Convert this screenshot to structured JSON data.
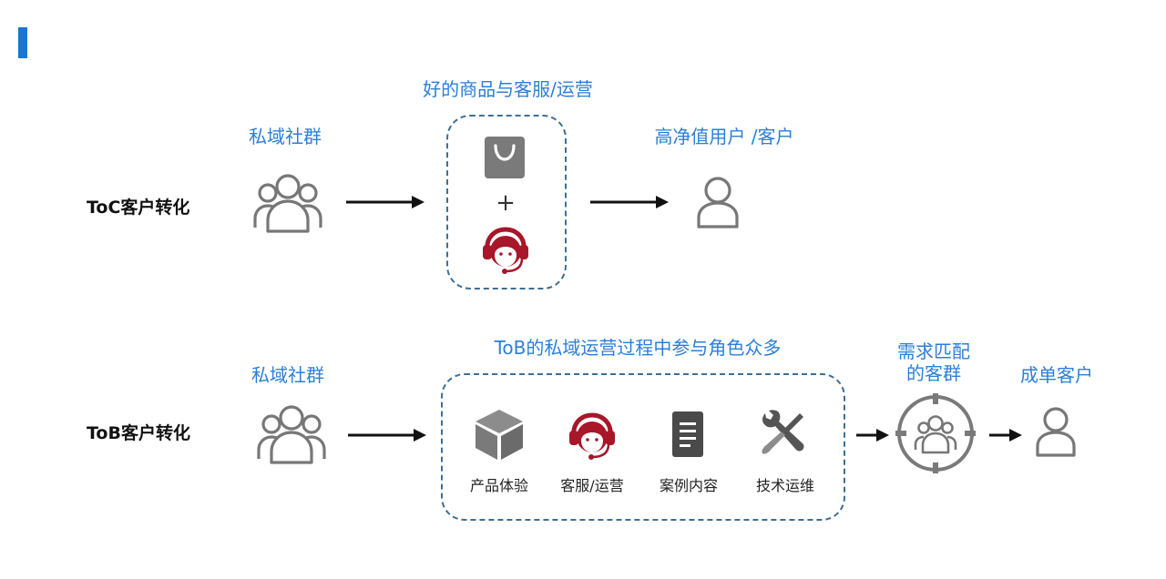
{
  "colors": {
    "accent": "#1677d4",
    "label_blue": "#2b7fd8",
    "icon_gray": "#777777",
    "headset_red": "#a8162a",
    "dash_border": "#3f6f94"
  },
  "toc": {
    "row_title": "ToC客户转化",
    "community_label": "私域社群",
    "box_title": "好的商品与客服/运营",
    "plus": "+",
    "result_label": "高净值用户 /客户",
    "icons": [
      "group-users-icon",
      "shopping-bag-icon",
      "customer-service-headset-icon",
      "user-icon"
    ]
  },
  "tob": {
    "row_title": "ToB客户转化",
    "community_label": "私域社群",
    "box_title": "ToB的私域运营过程中参与角色众多",
    "roles": [
      {
        "label": "产品体验",
        "icon": "cube-icon"
      },
      {
        "label": "客服/运营",
        "icon": "customer-service-headset-icon"
      },
      {
        "label": "案例内容",
        "icon": "document-icon"
      },
      {
        "label": "技术运维",
        "icon": "tools-icon"
      }
    ],
    "match_label_line1": "需求匹配",
    "match_label_line2": "的客群",
    "result_label": "成单客户"
  }
}
